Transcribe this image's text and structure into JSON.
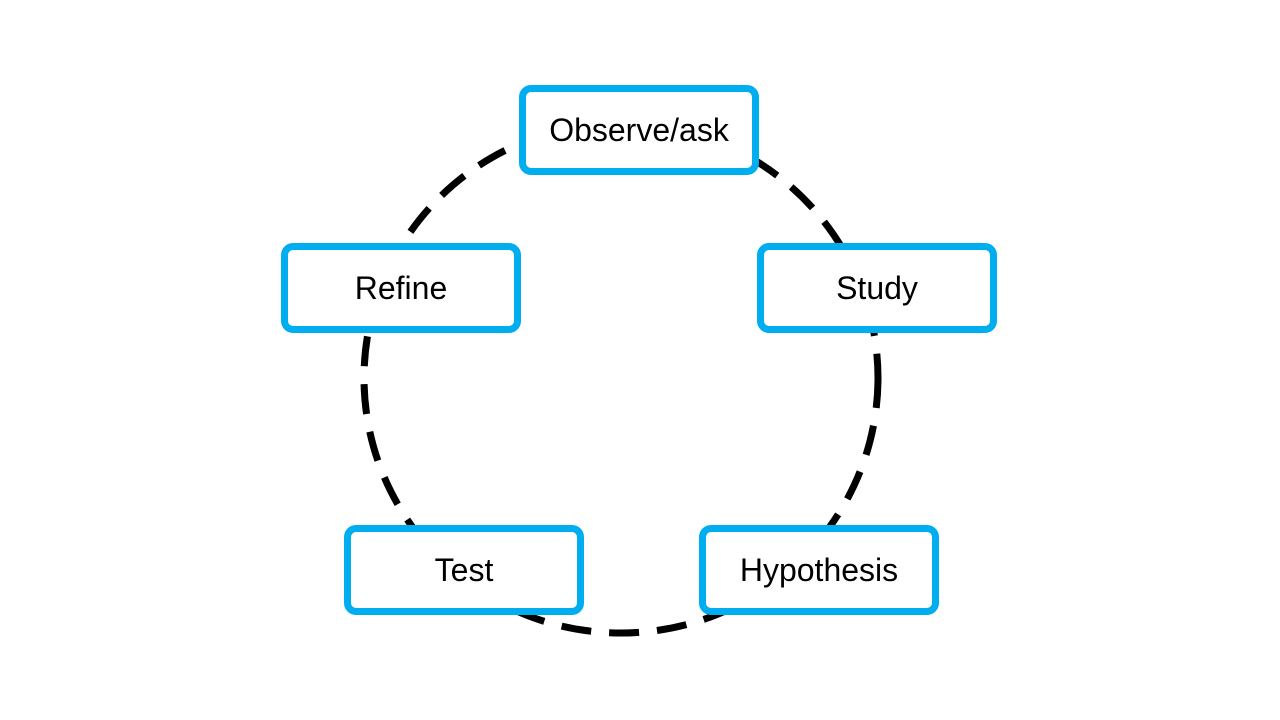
{
  "diagram": {
    "type": "cycle",
    "connector_color": "#000000",
    "connector_style": "dashed",
    "node_border_color": "#00aeef",
    "nodes": [
      {
        "id": "observe",
        "label": "Observe/ask"
      },
      {
        "id": "study",
        "label": "Study"
      },
      {
        "id": "hypothesis",
        "label": "Hypothesis"
      },
      {
        "id": "test",
        "label": "Test"
      },
      {
        "id": "refine",
        "label": "Refine"
      }
    ]
  }
}
